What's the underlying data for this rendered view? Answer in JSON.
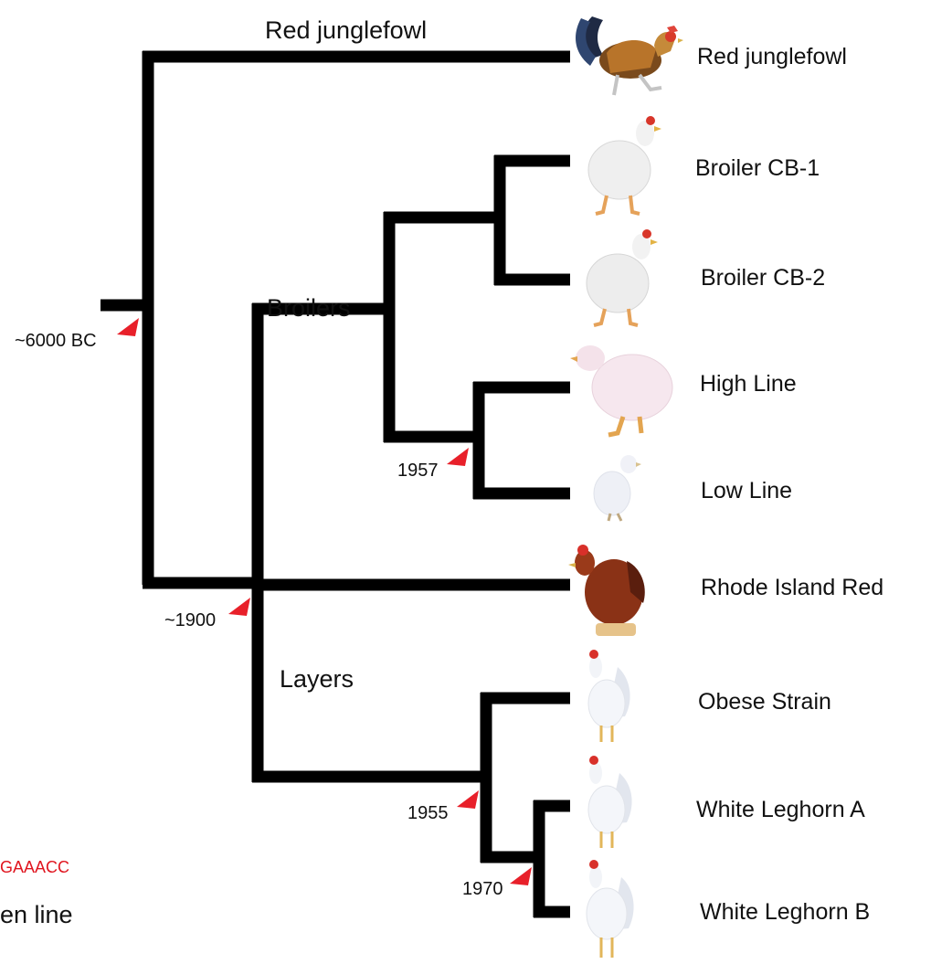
{
  "clade_labels": {
    "red_junglefowl": "Red junglefowl",
    "broilers": "Broilers",
    "layers": "Layers"
  },
  "leaves": [
    {
      "label": "Red junglefowl",
      "icon": "rooster-photo-icon"
    },
    {
      "label": "Broiler CB-1",
      "icon": "white-broiler-photo-icon"
    },
    {
      "label": "Broiler CB-2",
      "icon": "white-broiler-photo-icon"
    },
    {
      "label": "High Line",
      "icon": "white-chick-photo-icon"
    },
    {
      "label": "Low Line",
      "icon": "white-chick-photo-icon"
    },
    {
      "label": "Rhode Island Red",
      "icon": "brown-hen-photo-icon"
    },
    {
      "label": "Obese Strain",
      "icon": "white-chicken-photo-icon"
    },
    {
      "label": "White Leghorn A",
      "icon": "white-chicken-photo-icon"
    },
    {
      "label": "White Leghorn B",
      "icon": "white-chicken-photo-icon"
    }
  ],
  "dates": {
    "root": "~6000 BC",
    "split_1900": "~1900",
    "broiler_1957": "1957",
    "layer_1955": "1955",
    "leghorn_1970": "1970"
  },
  "cropped_text": {
    "red_sequence": "GAAACC",
    "black_fragment": "en line"
  },
  "colors": {
    "branch": "#000000",
    "marker": "#e8202a",
    "sequence_text": "#e0141e"
  }
}
